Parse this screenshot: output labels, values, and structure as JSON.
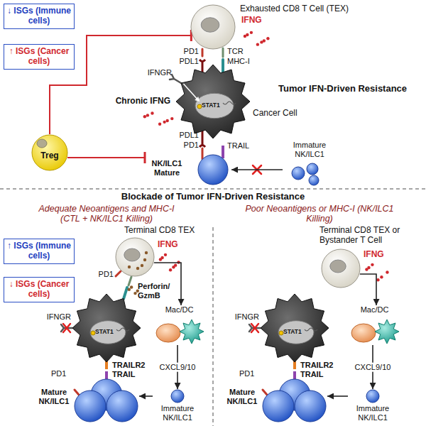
{
  "diagram": {
    "nodes": [
      {
        "text": [
          "↓ ISGs (Immune cells)"
        ]
      },
      {
        "text": [
          "↑ ISGs (Cancer cells)"
        ]
      },
      {
        "text": [
          "Exhausted CD8 T Cell (TEX)"
        ]
      },
      {
        "text": [
          "Cancer Cell",
          "STAT1"
        ]
      },
      {
        "text": [
          "Treg"
        ]
      },
      {
        "text": [
          "NK/ILC1 Mature"
        ]
      },
      {
        "text": [
          "Immature NK/ILC1"
        ]
      },
      {
        "text": [
          "↑ ISGs (Immune cells)"
        ]
      },
      {
        "text": [
          "↓ ISGs (Cancer cells)"
        ]
      },
      {
        "text": [
          "Terminal CD8 TEX"
        ]
      },
      {
        "text": [
          "STAT1"
        ]
      },
      {
        "text": [
          "Mac/DC"
        ]
      },
      {
        "text": [
          "Mature NK/ILC1"
        ]
      },
      {
        "text": [
          "Immature NK/ILC1"
        ]
      },
      {
        "text": [
          "Terminal CD8 TEX or Bystander T Cell"
        ]
      },
      {
        "text": [
          "STAT1"
        ]
      },
      {
        "text": [
          "Mac/DC"
        ]
      },
      {
        "text": [
          "Mature NK/ILC1"
        ]
      },
      {
        "text": [
          "Immature NK/ILC1"
        ]
      }
    ],
    "edges": [
      {
        "from": 4,
        "to": 2,
        "arrow": "to"
      },
      {
        "from": 4,
        "to": 5,
        "arrow": "to"
      },
      {
        "from": 6,
        "to": 5,
        "arrow": "to"
      },
      {
        "from": 9,
        "to": 11,
        "arrow": "to"
      },
      {
        "from": 11,
        "to": 13,
        "label": "CXCL9/10",
        "arrow": "to"
      },
      {
        "from": 13,
        "to": 12,
        "arrow": "to"
      },
      {
        "from": 14,
        "to": 16,
        "arrow": "to"
      },
      {
        "from": 16,
        "to": 18,
        "label": "CXCL9/10",
        "arrow": "to"
      },
      {
        "from": 18,
        "to": 17,
        "arrow": "to"
      }
    ],
    "labels": [
      "IFNG",
      "PD1",
      "PDL1",
      "TCR",
      "MHC-I",
      "IFNGR",
      "Chronic IFNG",
      "PDL1",
      "PD1",
      "TRAIL",
      "Tumor IFN-Driven Resistance",
      "Blockade of Tumor IFN-Driven Resistance",
      "Adequate Neoantigens and MHC-I (CTL + NK/ILC1 Killing)",
      "Poor Neoantigens or MHC-I (NK/ILC1 Killing)",
      "PD1",
      "IFNG",
      "Perforin/ GzmB",
      "IFNGR",
      "TRAILR2",
      "TRAIL",
      "PD1",
      "IFNG",
      "IFNGR",
      "TRAILR2",
      "TRAIL",
      "PD1"
    ]
  }
}
